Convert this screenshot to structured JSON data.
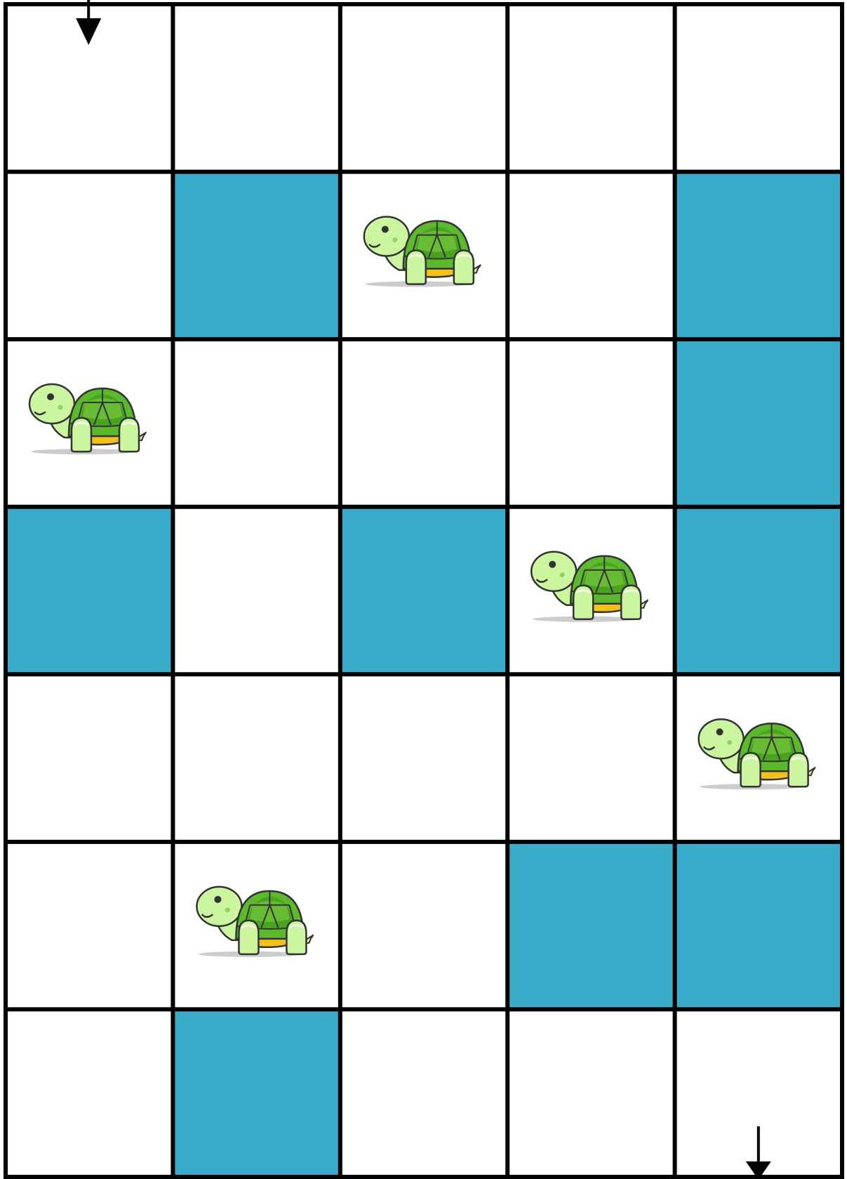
{
  "board": {
    "rows": 7,
    "cols": 5,
    "colors": {
      "water": "#3aabc9",
      "land": "#ffffff",
      "grid_line": "#000000"
    },
    "water_cells": [
      [
        1,
        1
      ],
      [
        1,
        4
      ],
      [
        2,
        4
      ],
      [
        3,
        0
      ],
      [
        3,
        2
      ],
      [
        3,
        4
      ],
      [
        5,
        3
      ],
      [
        5,
        4
      ],
      [
        6,
        1
      ]
    ],
    "turtles": [
      [
        1,
        2
      ],
      [
        2,
        0
      ],
      [
        3,
        3
      ],
      [
        4,
        4
      ],
      [
        5,
        1
      ]
    ],
    "start": {
      "row": 0,
      "col": 0,
      "icon": "arrow-down-icon"
    },
    "goal": {
      "row": 6,
      "col": 4,
      "icon": "arrow-down-icon"
    },
    "turtle_icon": "turtle-icon",
    "turtle_colors": {
      "skin": "#ccf5a0",
      "shell": "#5cb82c",
      "shell_light": "#7fd244",
      "belly": "#f2c21b",
      "outline": "#333333"
    }
  }
}
